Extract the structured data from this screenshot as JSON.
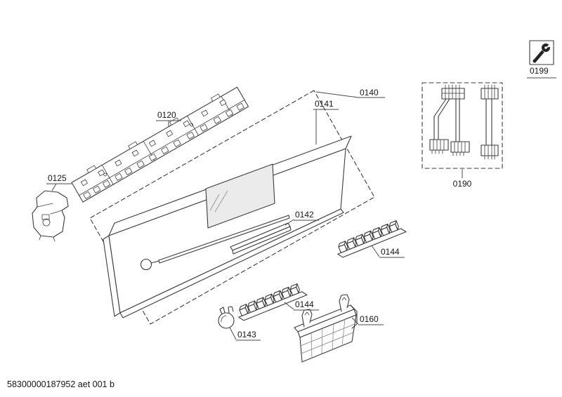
{
  "diagram": {
    "type": "exploded-parts-diagram",
    "footer_code": "58300000187952 aet 001 b",
    "labels": {
      "l0120": "0120",
      "l0125": "0125",
      "l0140": "0140",
      "l0141": "0141",
      "l0142": "0142",
      "l0143": "0143",
      "l0144a": "0144",
      "l0144b": "0144",
      "l0160": "0160",
      "l0190": "0190",
      "l0199": "0199"
    },
    "colors": {
      "line": "#3b3b3b",
      "background": "#ffffff",
      "label_text": "#161616"
    }
  }
}
